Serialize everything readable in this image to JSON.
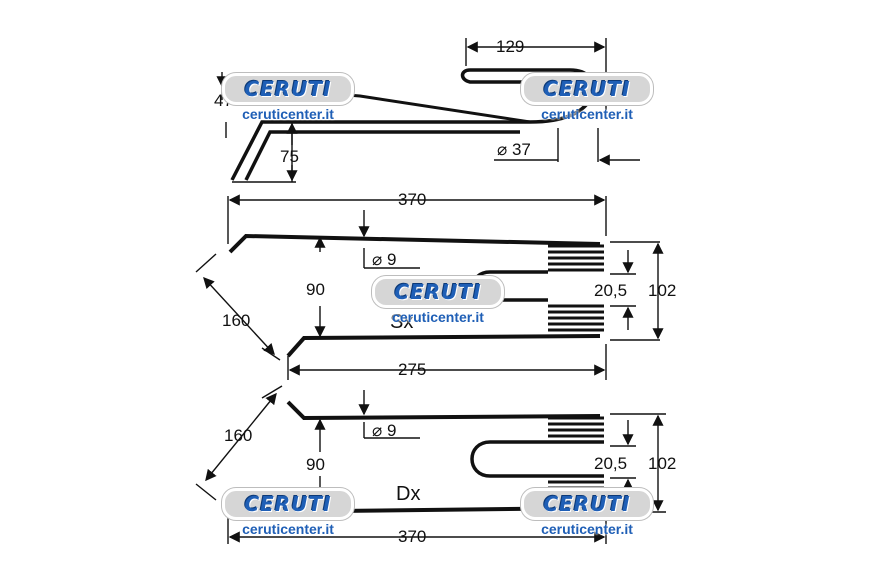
{
  "dimensions": {
    "top": {
      "width": "129",
      "offset": "47",
      "leg": "75",
      "diameter": "⌀ 37"
    },
    "sx": {
      "length": "370",
      "wire": "⌀ 9",
      "height": "90",
      "angle_leg": "160",
      "coil": "20,5",
      "total": "102",
      "inner_length": "275"
    },
    "dx": {
      "angle_leg": "160",
      "wire": "⌀ 9",
      "height": "90",
      "coil": "20,5",
      "total": "102",
      "length": "370"
    }
  },
  "labels": {
    "sx": "Sx",
    "dx": "Dx"
  },
  "watermark": {
    "logo": "CERUTI",
    "url": "ceruticenter.it"
  },
  "colors": {
    "line": "#111111",
    "watermark_blue": "#1f5fb6",
    "watermark_badge": "#d6d6d6"
  }
}
